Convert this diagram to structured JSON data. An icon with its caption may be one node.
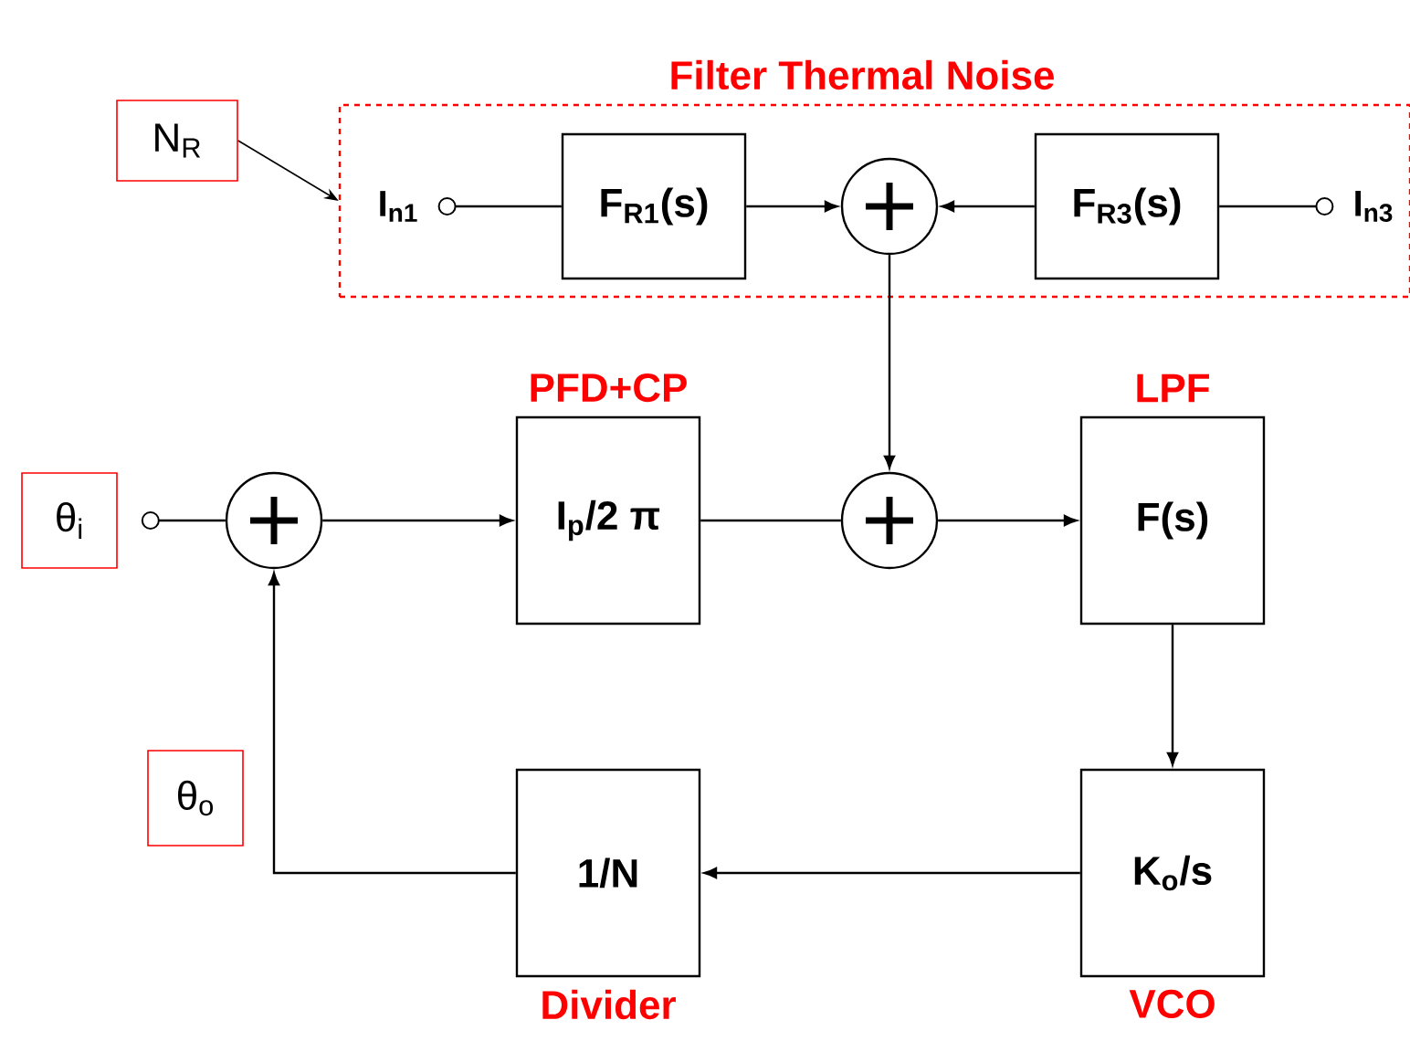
{
  "diagram": {
    "nodes": [
      {
        "text": [
          "Filter Thermal Noise"
        ]
      },
      {
        "text": [
          "I$_{n1}$"
        ],
        "in": 0
      },
      {
        "text": [
          "F$_{R1}$(s)"
        ],
        "in": 0
      },
      {
        "text": [],
        "shape": "circle",
        "in": 0
      },
      {
        "text": [
          "F$_{R3}$(s)"
        ],
        "in": 0
      },
      {
        "text": [
          "I$_{n3}$"
        ],
        "in": 0
      },
      {
        "text": [
          "N$_{R}$"
        ]
      },
      {
        "text": [
          "θ$_{i}$"
        ]
      },
      {
        "text": [],
        "shape": "circle"
      },
      {
        "text": [
          "PFD+CP",
          "I$_{p}$/2 π"
        ]
      },
      {
        "text": [],
        "shape": "circle"
      },
      {
        "text": [
          "LPF",
          "F(s)"
        ]
      },
      {
        "text": [
          "K$_{o}$/s",
          "VCO"
        ]
      },
      {
        "text": [
          "1/N",
          "Divider"
        ]
      },
      {
        "text": [
          "θ$_{o}$"
        ]
      }
    ],
    "edges": [
      {
        "from": 6,
        "to": 0,
        "arrow": "to"
      },
      {
        "from": 1,
        "to": 2,
        "arrow": "other"
      },
      {
        "from": 2,
        "to": 3,
        "arrow": "to"
      },
      {
        "from": 4,
        "to": 3,
        "arrow": "to"
      },
      {
        "from": 5,
        "to": 4,
        "arrow": "other"
      },
      {
        "from": 3,
        "to": 10,
        "arrow": "to"
      },
      {
        "from": 7,
        "to": 8,
        "arrow": "other"
      },
      {
        "from": 8,
        "to": 9,
        "arrow": "to"
      },
      {
        "from": 9,
        "to": 10,
        "arrow": "none"
      },
      {
        "from": 10,
        "to": 11,
        "arrow": "to"
      },
      {
        "from": 11,
        "to": 12,
        "arrow": "to"
      },
      {
        "from": 12,
        "to": 13,
        "arrow": "to"
      },
      {
        "from": 13,
        "to": 8,
        "arrow": "to"
      }
    ]
  }
}
